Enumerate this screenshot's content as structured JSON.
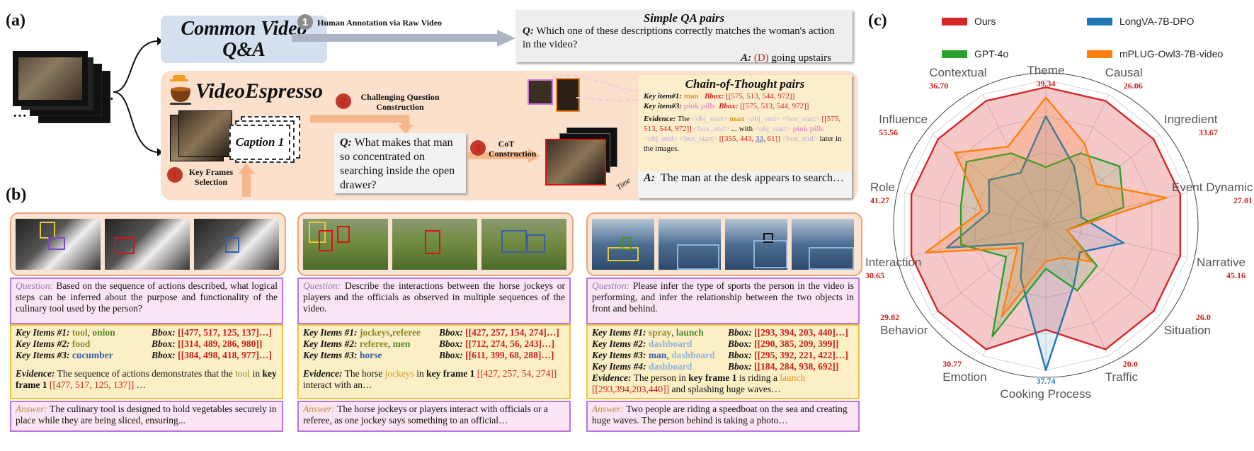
{
  "panel_labels": {
    "a": "(a)",
    "b": "(b)",
    "c": "(c)"
  },
  "panel_a": {
    "common_title": "Common Video Q&A",
    "step1_num": "1",
    "step1_text": "Human Annotation via Raw Video",
    "simple_title": "Simple QA pairs",
    "simple_q_label": "Q:",
    "simple_q": "Which one of these descriptions correctly matches the woman's action in the video?",
    "simple_a_label": "A:",
    "simple_a_opt": "(D)",
    "simple_a": "going upstairs",
    "ve_title": "VideoEspresso",
    "caption": "Caption 1",
    "s_keyframes_num": "1",
    "s_keyframes": "Key Frames Selection",
    "s_challenge_num": "2",
    "s_challenge": "Challenging Question Construction",
    "s_cot_num": "3",
    "s_cot": "CoT Construction",
    "time": "Time",
    "q_label": "Q:",
    "q_text": "What makes that man so concentrated on searching inside the open drawer?",
    "cot_title": "Chain-of-Thought pairs",
    "cot_k1_label": "Key item#1:",
    "cot_k1_item": "man",
    "cot_bbox_label": "Bbox:",
    "cot_k1_bbox": "[[575, 513, 544, 972]]",
    "cot_k3_label": "Key item#3:",
    "cot_k3_item": "pink pills",
    "cot_k3_bbox": "[[575, 513, 544, 972]]",
    "cot_ev_label": "Evidence:",
    "cot_ev_the": "The",
    "cot_obj_start": "<obj_start>",
    "cot_obj_end": "<obj_end>",
    "cot_box_start": "<box_start>",
    "cot_box_end": "<box_end>",
    "cot_ev_b1": "[[575, 513, 544, 972]]",
    "cot_ev_mid": "... with",
    "cot_ev_pre": "[[355, 443,",
    "cot_ev_33": "33,",
    "cot_ev_post": "61]]",
    "cot_ev_tail": "later in the images.",
    "ans_label": "A:",
    "ans_text": "The man at the desk appears to search…"
  },
  "panel_b": {
    "q_label": "Question:",
    "k_label": "Bbox:",
    "ev_label": "Evidence:",
    "a_label": "Answer:",
    "examples": [
      {
        "question": "Based on the sequence of actions described, what logical steps can be inferred about the purpose and functionality of the culinary tool used by the person?",
        "items": [
          {
            "label": "Key Items #1:",
            "parts": [
              "tool",
              ", ",
              "onion"
            ],
            "bbox": "[[477, 517, 125, 137]…]"
          },
          {
            "label": "Key Items #2:",
            "parts": [
              "food"
            ],
            "bbox": "[[314, 489, 286, 980]]"
          },
          {
            "label": "Key Items #3:",
            "parts": [
              "cucumber"
            ],
            "bbox": "[[384, 498, 418, 977]…]"
          }
        ],
        "ev_pre": "The sequence of actions demonstrates that the",
        "ev_hl": "tool",
        "ev_in": "in",
        "ev_kf": "key frame 1",
        "ev_box": "[[477, 517, 125, 137]]",
        "ev_tail": "…",
        "answer": "The culinary tool is designed to hold vegetables securely in place while they are being sliced, ensuring..."
      },
      {
        "question": "Describe the interactions between the horse jockeys or players and the officials as observed in multiple sequences of the video.",
        "items": [
          {
            "label": "Key Items #1:",
            "parts": [
              "jockeys",
              ",",
              "referee"
            ],
            "bbox": "[[427, 257, 154, 274]…]"
          },
          {
            "label": "Key Items #2:",
            "parts": [
              "referee",
              ", ",
              "men"
            ],
            "bbox": "[[712, 274, 56, 243]…]"
          },
          {
            "label": "Key Items #3:",
            "parts": [
              "horse"
            ],
            "bbox": "[[611, 399, 68, 288]…]"
          }
        ],
        "ev_pre": "The horse",
        "ev_hl": "jockeys",
        "ev_in": "in",
        "ev_kf": "key frame 1",
        "ev_box": "[[427, 257, 54, 274]]",
        "ev_tail": "interact with an…",
        "answer": "The horse jockeys or players interact with officials or a referee, as one jockey says something to an official…"
      },
      {
        "question": "Please infer the type of sports the person in the video is performing, and infer the relationship between the two objects in front and behind.",
        "items": [
          {
            "label": "Key Items #1:",
            "parts": [
              "spray",
              ", ",
              "launch"
            ],
            "bbox": "[[293, 394, 203, 440]…]"
          },
          {
            "label": "Key Items #2:",
            "parts": [
              "dashboard"
            ],
            "bbox": "[[290, 385, 209, 399]]"
          },
          {
            "label": "Key Items #3:",
            "parts": [
              "man",
              ", ",
              "dashboard"
            ],
            "bbox": "[[295, 392, 221, 422]…]"
          },
          {
            "label": "Key Items #4:",
            "parts": [
              "dashboard"
            ],
            "bbox": "[[184, 284, 938, 692]]"
          }
        ],
        "ev_pre": "The person in",
        "ev_kf": "key frame 1",
        "ev_mid": "is riding a",
        "ev_hl": "launch",
        "ev_box": "[[293,394,203,440]]",
        "ev_tail": "and splashing huge waves…",
        "answer": "Two people are riding a speedboat on the sea and creating huge waves. The person behind is taking a photo…"
      }
    ]
  },
  "chart_data": {
    "type": "radar",
    "categories": [
      "Theme",
      "Causal",
      "Ingredient",
      "Event Dynamic",
      "Narrative",
      "Situation",
      "Traffic",
      "Cooking Process",
      "Emotion",
      "Behavior",
      "Interaction",
      "Role",
      "Influence",
      "Contextual"
    ],
    "value_labels": [
      "39.34",
      "26.06",
      "33.67",
      "27.01",
      "45.16",
      "26.0",
      "20.0",
      "37.74",
      "30.77",
      "29.82",
      "30.65",
      "41.27",
      "55.56",
      "36.70"
    ],
    "series": [
      {
        "name": "Ours",
        "color": "#d62728",
        "values": [
          0.95,
          0.95,
          0.95,
          0.95,
          0.95,
          0.95,
          0.95,
          0.72,
          0.95,
          0.95,
          0.95,
          0.95,
          0.95,
          0.95
        ]
      },
      {
        "name": "LongVA-7B-DPO",
        "color": "#1f77b4",
        "values": [
          0.75,
          0.45,
          0.3,
          0.25,
          0.55,
          0.3,
          0.45,
          1.0,
          0.4,
          0.2,
          0.7,
          0.4,
          0.5,
          0.4
        ]
      },
      {
        "name": "GPT-4o",
        "color": "#2ca02c",
        "values": [
          0.4,
          0.55,
          0.65,
          0.55,
          0.15,
          0.45,
          0.5,
          0.3,
          0.85,
          0.35,
          0.6,
          0.6,
          0.7,
          0.55
        ]
      },
      {
        "name": "mPLUG-Owl3-7B-video",
        "color": "#ff7f0e",
        "values": [
          0.88,
          0.62,
          0.45,
          0.85,
          0.15,
          0.4,
          0.25,
          0.25,
          0.7,
          0.25,
          0.85,
          0.45,
          0.8,
          0.6
        ]
      }
    ],
    "legend_position": "top",
    "range": [
      0,
      1
    ]
  }
}
